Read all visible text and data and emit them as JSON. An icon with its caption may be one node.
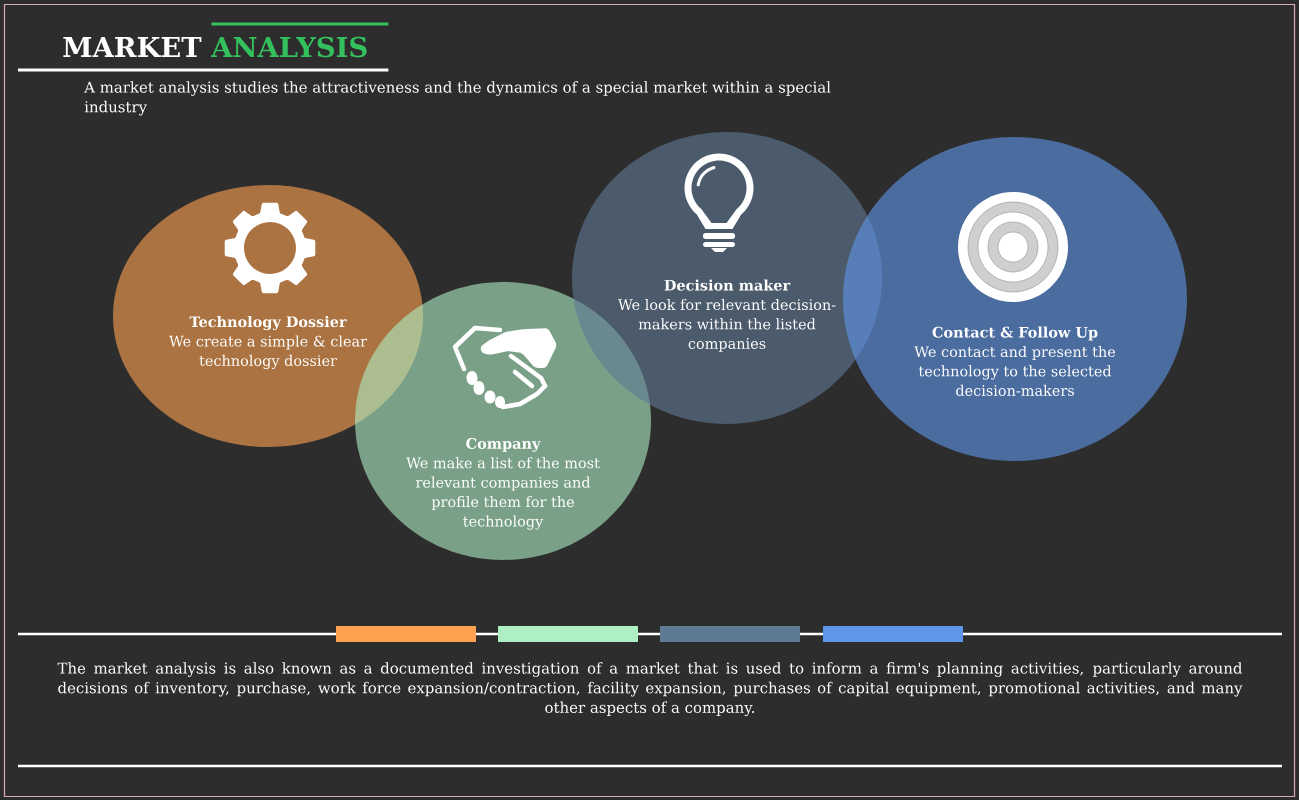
{
  "diagram": {
    "title": "MARKET ANALYSIS",
    "nodes": [
      {
        "text": [
          "Technology Dossier",
          "We create a simple & clear technology dossier"
        ]
      },
      {
        "text": [
          "Company",
          "We make a list of the most relevant companies and profile them for the technology"
        ]
      },
      {
        "text": [
          "Decision maker",
          "We look for relevant decision-makers within the listed companies"
        ]
      },
      {
        "text": [
          "Contact & Follow Up",
          "We contact and present the technology to the selected decision-makers"
        ]
      }
    ],
    "labels": [
      "A market analysis studies the attractiveness and the dynamics of a special market within a special industry",
      "The market analysis is also known as a documented investigation of a market that is used to inform a firm's planning activities, particularly around decisions of inventory, purchase, work force expansion/contraction, facility expansion, purchases of capital equipment, promotional activities, and many other aspects of a company."
    ]
  }
}
